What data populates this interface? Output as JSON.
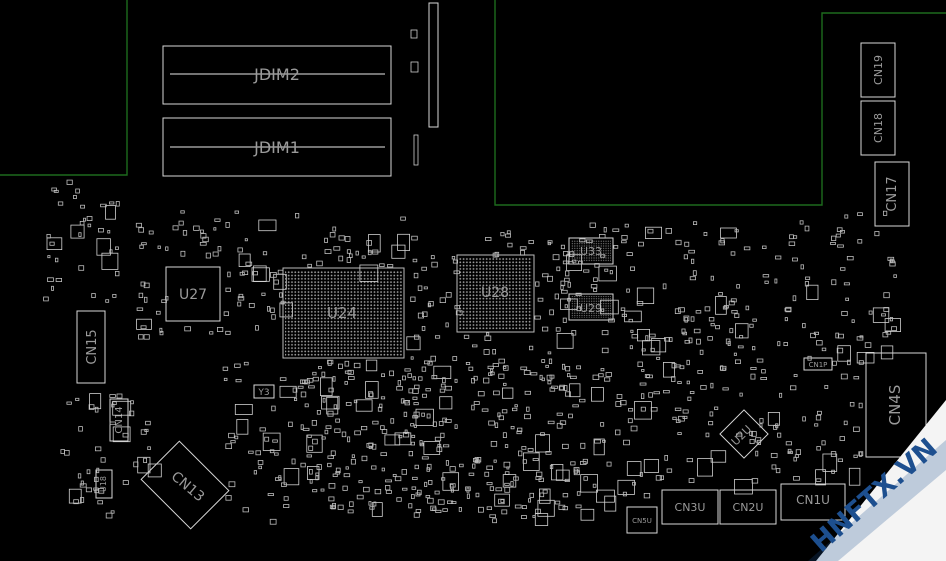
{
  "labels": {
    "jdim2": "JDIM2",
    "jdim1": "JDIM1",
    "u27": "U27",
    "u24": "U24",
    "u28": "U28",
    "u33": "U33",
    "u29": "U29",
    "cn15": "CN15",
    "cn14": "CN14",
    "cn13": "CN13",
    "u18": "U18",
    "y3": "Y3",
    "cn19": "CN19",
    "cn18": "CN18",
    "cn17": "CN17",
    "cn1p": "CN1P",
    "cn4s": "CN4S",
    "u2u": "U2U",
    "cn3u": "CN3U",
    "cn2u": "CN2U",
    "cn1u": "CN1U",
    "cn5u": "CN5U",
    "watermark": "HNFTX.VN"
  },
  "colors": {
    "background": "#000000",
    "board_edge": "#1d6b1d",
    "outline": "#d8d8d8",
    "label": "#9a9a9a",
    "watermark_bg": "#f4f4f4",
    "watermark_red": "#d8262b",
    "watermark_blue": "#1d4f8f"
  }
}
